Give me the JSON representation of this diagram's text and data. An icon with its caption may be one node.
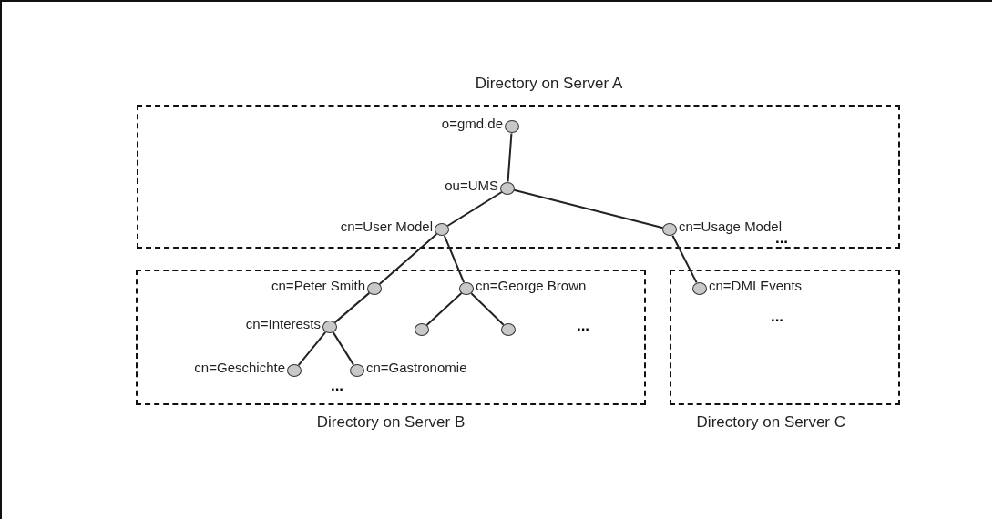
{
  "diagram": {
    "nodes": [
      {
        "text": [
          "Directory on Server A"
        ]
      },
      {
        "text": [
          "Directory on Server B"
        ]
      },
      {
        "text": [
          "Directory on Server C"
        ]
      },
      {
        "text": [],
        "shape": "circle",
        "beside": [
          "o=gmd.de"
        ],
        "in": 0
      },
      {
        "text": [],
        "shape": "circle",
        "beside": [
          "ou=UMS"
        ],
        "in": 0
      },
      {
        "text": [],
        "shape": "circle",
        "beside": [
          "cn=User Model"
        ],
        "in": 0
      },
      {
        "text": [],
        "shape": "circle",
        "beside": [
          "cn=Usage Model"
        ],
        "in": 0
      },
      {
        "text": [],
        "shape": "circle",
        "beside": [
          "cn=Peter Smith"
        ],
        "in": 1
      },
      {
        "text": [],
        "shape": "circle",
        "beside": [
          "cn=George Brown"
        ],
        "in": 1
      },
      {
        "text": [],
        "shape": "circle",
        "beside": [
          "cn=Interests"
        ],
        "in": 1
      },
      {
        "text": [],
        "shape": "circle",
        "in": 1
      },
      {
        "text": [],
        "shape": "circle",
        "in": 1
      },
      {
        "text": [],
        "shape": "circle",
        "beside": [
          "cn=Geschichte"
        ],
        "in": 1
      },
      {
        "text": [],
        "shape": "circle",
        "beside": [
          "cn=Gastronomie"
        ],
        "in": 1
      },
      {
        "text": [],
        "shape": "circle",
        "beside": [
          "cn=DMI Events"
        ],
        "in": 2
      }
    ],
    "edges": [
      {
        "from": 3,
        "to": 4,
        "arrow": "none"
      },
      {
        "from": 4,
        "to": 5,
        "arrow": "none"
      },
      {
        "from": 4,
        "to": 6,
        "arrow": "none"
      },
      {
        "from": 5,
        "to": 7,
        "arrow": "none"
      },
      {
        "from": 5,
        "to": 8,
        "arrow": "none"
      },
      {
        "from": 6,
        "to": 14,
        "arrow": "none"
      },
      {
        "from": 7,
        "to": 9,
        "arrow": "none"
      },
      {
        "from": 8,
        "to": 10,
        "arrow": "none"
      },
      {
        "from": 8,
        "to": 11,
        "arrow": "none"
      },
      {
        "from": 9,
        "to": 12,
        "arrow": "none"
      },
      {
        "from": 9,
        "to": 13,
        "arrow": "none"
      }
    ],
    "labels": [
      "...",
      "...",
      "...",
      "..."
    ]
  }
}
